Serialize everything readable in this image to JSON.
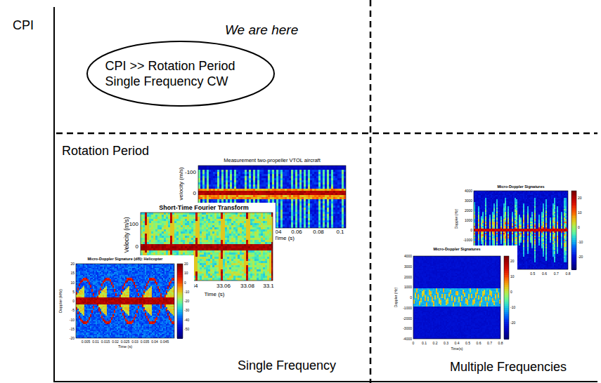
{
  "diagram": {
    "nodes": [
      {
        "text": [
          "CPI >> Rotation Period Single Frequency CW"
        ]
      }
    ],
    "labels": [
      "CPI",
      "We are here",
      "Rotation Period",
      "Single Frequency",
      "Multiple Frequencies",
      "Measurement two-propeller VTOL aircraft",
      "velocity (m/s)",
      "-100",
      "0",
      "04",
      "0.06",
      "0.08",
      "0.1",
      "Time (s)",
      "Short-Time Fourier Transform",
      "Velocity (m/s)",
      "100",
      "0",
      "34",
      "33.06",
      "33.08",
      "33.1",
      "Time (s)",
      "Micro-Doppler Signature (dB): Helicopter",
      "Doppler (kHz)",
      "20",
      "15",
      "10",
      "5",
      "0",
      "-5",
      "-10",
      "-15",
      "-20",
      "0.005",
      "0.01",
      "0.015",
      "0.02",
      "0.025",
      "0.03",
      "0.035",
      "0.04",
      "0.045",
      "Time (s)",
      "20",
      "10",
      "0",
      "-10",
      "-20",
      "-30",
      "-40",
      "-50",
      "Micro-Doppler Signatures",
      "Doppler (Hz)",
      "4000",
      "3000",
      "2000",
      "1000",
      "0",
      "-1000",
      "0.5",
      "0.6",
      "0.7",
      "0.8",
      "20",
      "10",
      "0",
      "-10",
      "-20",
      "Micro-Doppler Signatures",
      "Doppler (Hz)",
      "4000",
      "3000",
      "2000",
      "1000",
      "0",
      "-1000",
      "-2000",
      "-3000",
      "-4000",
      "0",
      "0.1",
      "0.2",
      "0.3",
      "0.4",
      "0.5",
      "0.6",
      "0.7",
      "0.8",
      "Time(s)",
      "20",
      "10",
      "0",
      "-10",
      "-20"
    ]
  }
}
